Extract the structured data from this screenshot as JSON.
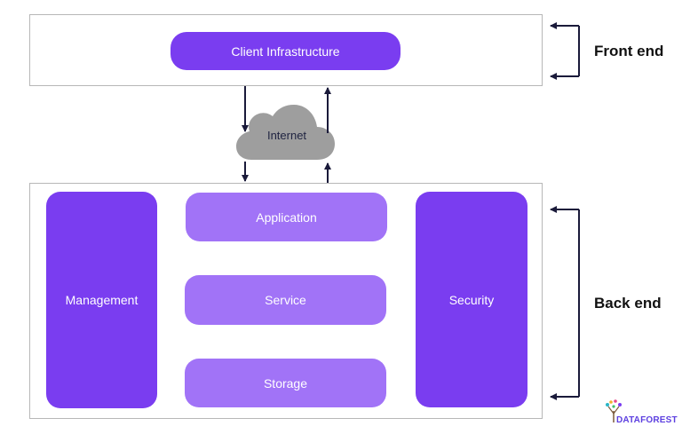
{
  "front": {
    "client_label": "Client Infrastructure",
    "side_label": "Front end"
  },
  "network": {
    "internet_label": "Internet"
  },
  "back": {
    "management_label": "Management",
    "application_label": "Application",
    "service_label": "Service",
    "storage_label": "Storage",
    "security_label": "Security",
    "side_label": "Back end"
  },
  "logo": {
    "text": "DATAFOREST"
  },
  "colors": {
    "primary": "#7a3df0",
    "secondary": "#a173f7",
    "cloud": "#9e9e9e",
    "arrow": "#1a1a3a"
  }
}
